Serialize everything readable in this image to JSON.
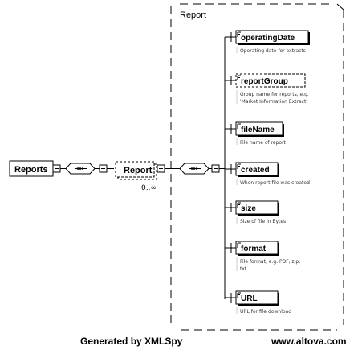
{
  "root": {
    "name": "Reports"
  },
  "report": {
    "name": "Report",
    "cardinality": "0..∞"
  },
  "group": {
    "title": "Report"
  },
  "elements": [
    {
      "name": "operatingDate",
      "doc": [
        "Operating date for extracts"
      ],
      "optional": false
    },
    {
      "name": "reportGroup",
      "doc": [
        "Group name for reports, e.g.",
        "'Market Information Extract'"
      ],
      "optional": true
    },
    {
      "name": "fileName",
      "doc": [
        "File name of report"
      ],
      "optional": false
    },
    {
      "name": "created",
      "doc": [
        "When report file was created"
      ],
      "optional": false
    },
    {
      "name": "size",
      "doc": [
        "Size of file in Bytes"
      ],
      "optional": false
    },
    {
      "name": "format",
      "doc": [
        "File format, e.g. PDF, zip,",
        "txt"
      ],
      "optional": false
    },
    {
      "name": "URL",
      "doc": [
        "URL for file download"
      ],
      "optional": false
    }
  ],
  "footer": {
    "left": "Generated by XMLSpy",
    "right": "www.altova.com"
  }
}
